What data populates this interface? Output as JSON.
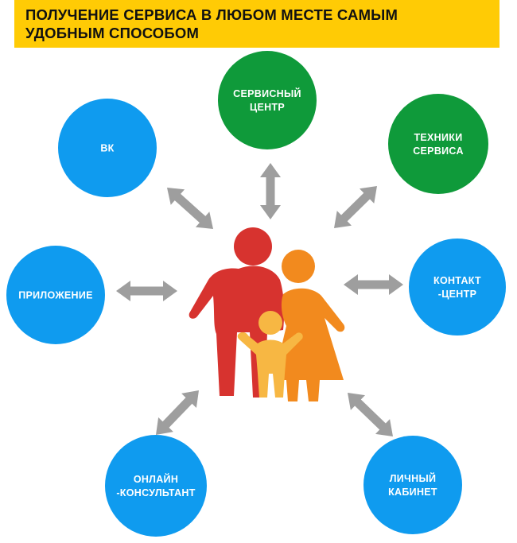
{
  "header": {
    "title_line1": "ПОЛУЧЕНИЕ СЕРВИСА В ЛЮБОМ МЕСТЕ САМЫМ",
    "title_line2": "УДОБНЫМ СПОСОБОМ"
  },
  "colors": {
    "banner": "#FFCB05",
    "blue": "#0F9BEF",
    "green": "#0F9A3A",
    "arrow": "#9E9E9E",
    "father": "#D7332F",
    "mother": "#F28A1E",
    "child": "#F7B743"
  },
  "nodes": [
    {
      "id": "service-center",
      "lines": [
        "СЕРВИСНЫЙ",
        "ЦЕНТР"
      ],
      "color": "green"
    },
    {
      "id": "service-technicians",
      "lines": [
        "ТЕХНИКИ",
        "СЕРВИСА"
      ],
      "color": "green"
    },
    {
      "id": "vk",
      "lines": [
        "ВК"
      ],
      "color": "blue"
    },
    {
      "id": "app",
      "lines": [
        "ПРИЛОЖЕНИЕ"
      ],
      "color": "blue"
    },
    {
      "id": "contact-center",
      "lines": [
        "КОНТАКТ",
        "-ЦЕНТР"
      ],
      "color": "blue"
    },
    {
      "id": "online-consultant",
      "lines": [
        "ОНЛАЙН",
        "-КОНСУЛЬТАНТ"
      ],
      "color": "blue"
    },
    {
      "id": "personal-account",
      "lines": [
        "ЛИЧНЫЙ",
        "КАБИНЕТ"
      ],
      "color": "blue"
    }
  ],
  "center_icon": "family-icon",
  "arrow_icon": "double-arrow-icon"
}
